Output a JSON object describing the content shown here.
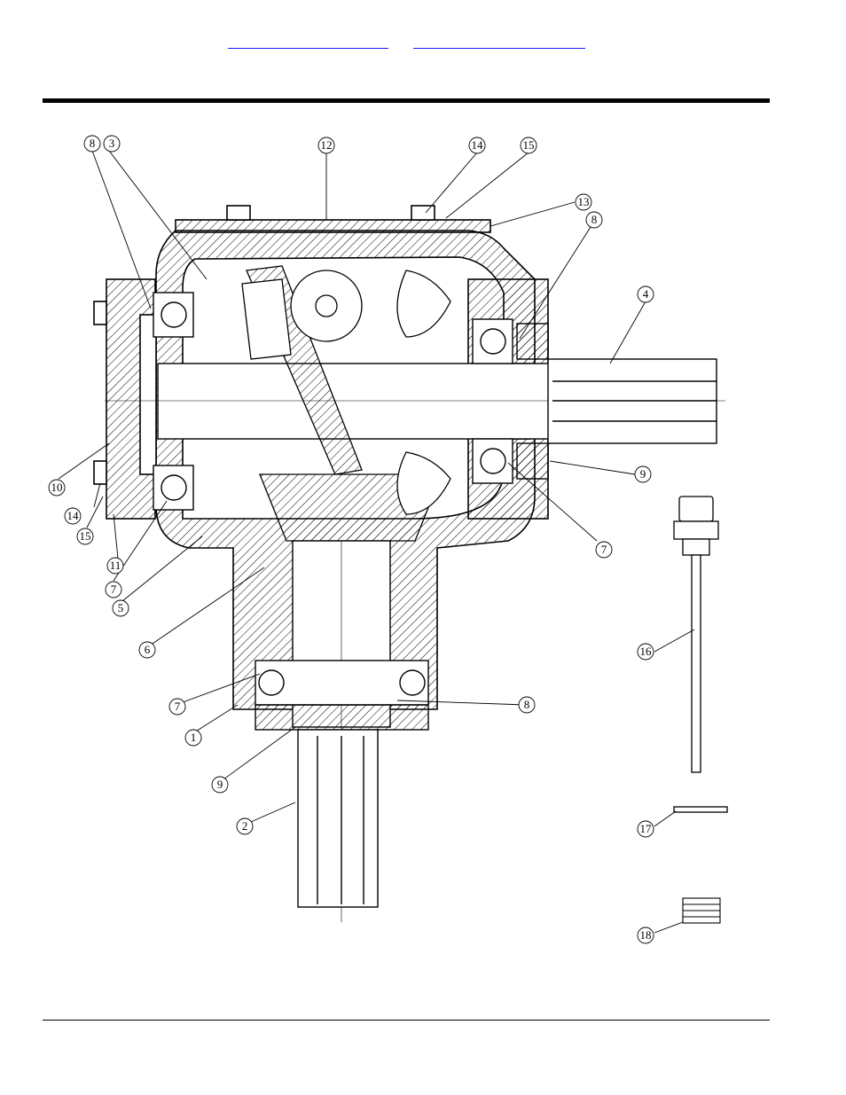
{
  "header": {
    "link_left": "",
    "link_right": ""
  },
  "drawing": {
    "callouts": [
      "1",
      "2",
      "3",
      "4",
      "5",
      "6",
      "7",
      "8",
      "9",
      "10",
      "11",
      "12",
      "13",
      "14",
      "15",
      "16",
      "17",
      "18"
    ]
  }
}
